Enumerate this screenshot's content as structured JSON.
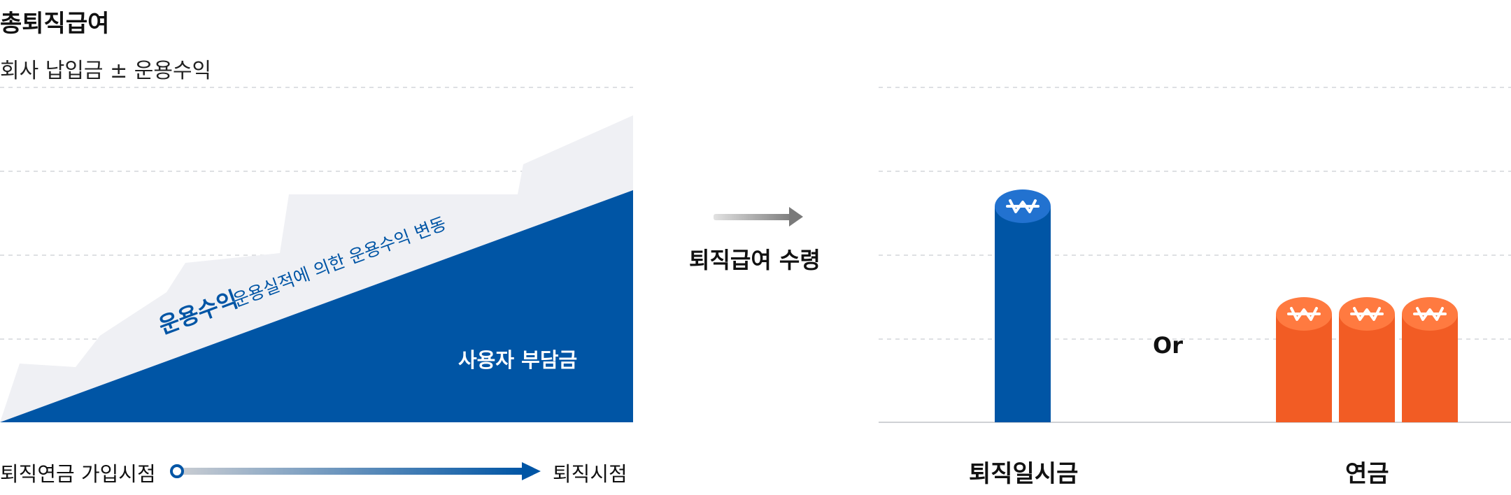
{
  "title": "총퇴직급여",
  "subtitle": "회사 납입금 ± 운용수익",
  "area_labels": {
    "return_main": "운용수익",
    "return_desc": "운용실적에 의한 운용수익 변동",
    "user_contrib": "사용자 부담금"
  },
  "timeline": {
    "start_label": "퇴직연금 가입시점",
    "end_label": "퇴직시점"
  },
  "center": {
    "label": "퇴직급여 수령"
  },
  "right_chart": {
    "or_label": "Or",
    "lump_sum_label": "퇴직일시금",
    "annuity_label": "연금"
  },
  "colors": {
    "navy": "#0055a5",
    "light_area": "#eff0f4",
    "return_text": "#0055a5",
    "lump_cap": "#2272d0",
    "orange": "#f25c24",
    "orange_cap": "#ff7a40",
    "arrow_gray": "#888888",
    "grid": "#d4d6da"
  },
  "icons": {
    "coin": "won-sign-icon"
  }
}
